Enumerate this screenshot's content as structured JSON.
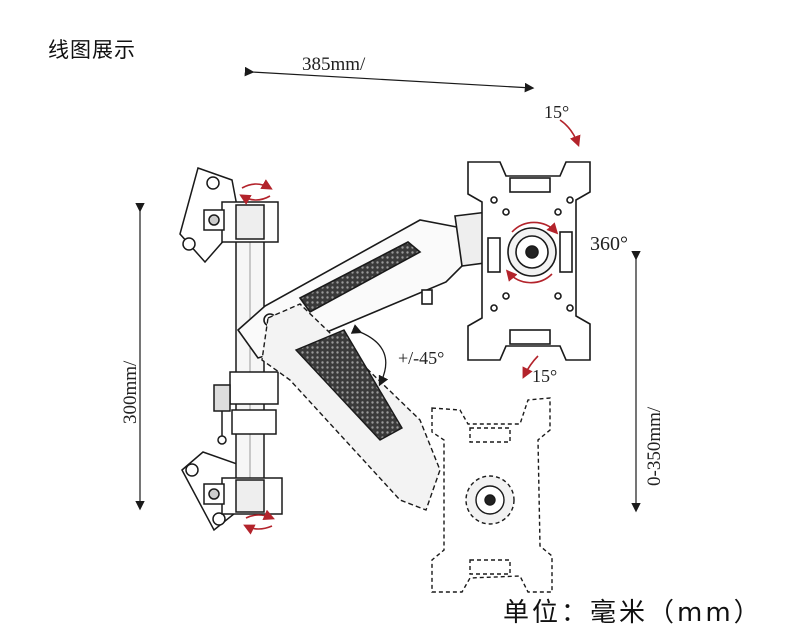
{
  "header": {
    "title": "线图展示"
  },
  "dimensions": {
    "width": "385mm/",
    "height": "300mm/",
    "vertical_range": "0-350mm/"
  },
  "angles": {
    "tilt_top": "15°",
    "tilt_bottom": "15°",
    "rotation": "360°",
    "arm_swing": "+/-45°"
  },
  "footer": {
    "unit_label": "单位：毫米（mm）"
  },
  "colors": {
    "line": "#1a1a1a",
    "arrow_red": "#b3232b",
    "fill_light": "#ececec"
  }
}
